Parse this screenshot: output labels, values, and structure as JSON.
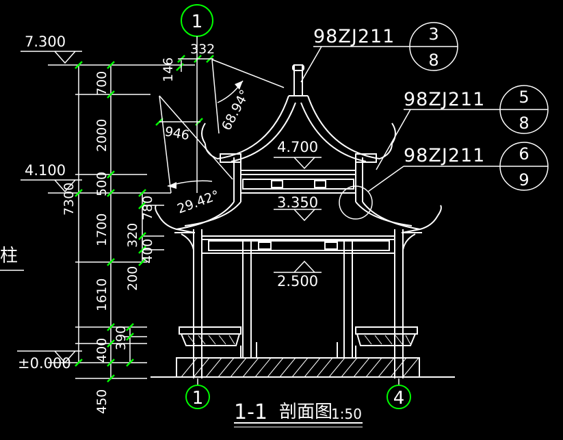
{
  "drawing": {
    "title_main": "1-1",
    "title_cn": "剖面图",
    "title_scale": "1:50",
    "side_label": "柱"
  },
  "elevations": {
    "top": "7.300",
    "eave_upper": "4.100",
    "ground": "±0.000",
    "roof_inner": "4.700",
    "beam_upper": "3.350",
    "beam_lower": "2.500"
  },
  "dimensions": {
    "total": "7300",
    "d700": "700",
    "d2000": "2000",
    "d500": "500",
    "d1700": "1700",
    "d200": "200",
    "d1610": "1610",
    "d400": "400",
    "d450": "450",
    "d146": "146",
    "d332": "332",
    "d946": "946",
    "d780": "780",
    "d320": "320",
    "d400b": "400",
    "d390": "390"
  },
  "angles": {
    "upper": "68.94°",
    "lower": "29.42°"
  },
  "references": [
    {
      "code": "98ZJ211",
      "num": "3",
      "den": "8"
    },
    {
      "code": "98ZJ211",
      "num": "5",
      "den": "8"
    },
    {
      "code": "98ZJ211",
      "num": "6",
      "den": "9"
    }
  ],
  "axes": {
    "top": "1",
    "bottom_left": "1",
    "bottom_right": "4"
  },
  "colors": {
    "background": "#000000",
    "line": "#ffffff",
    "dim_tick": "#00ff00",
    "axis_circle": "#00ff00"
  }
}
